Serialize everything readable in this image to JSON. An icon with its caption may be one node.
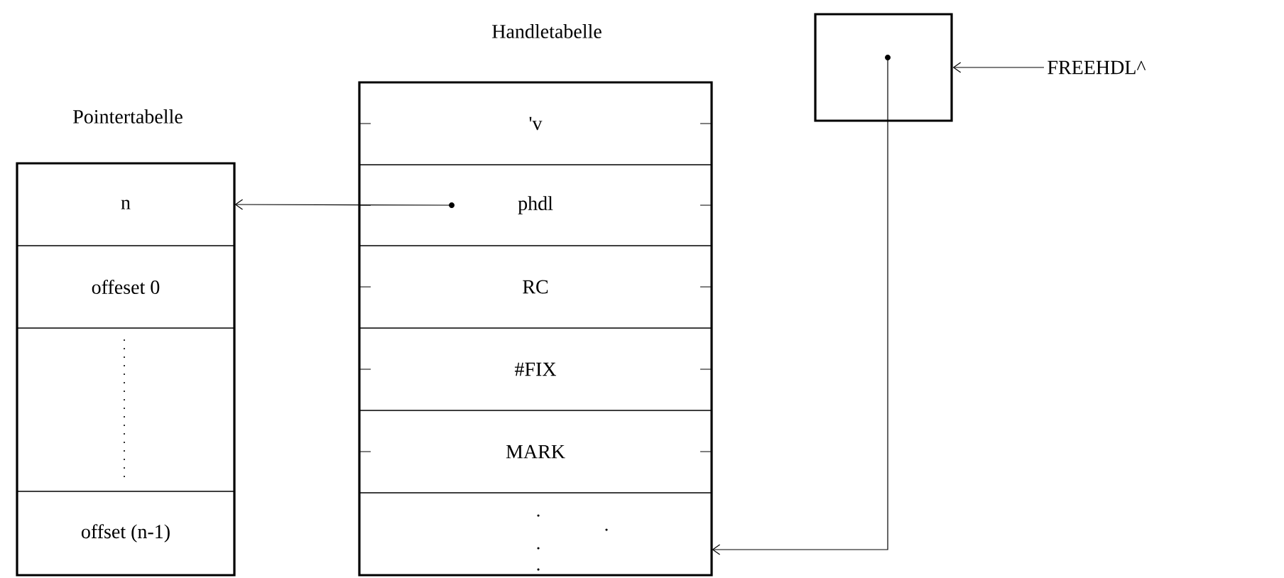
{
  "diagram": {
    "nodes": [
      {
        "text": [
          "Pointertabelle"
        ]
      },
      {
        "text": [
          "n"
        ],
        "in": 0
      },
      {
        "text": [
          "offeset 0"
        ],
        "in": 0
      },
      {
        "text": [],
        "shape": "box",
        "in": 0
      },
      {
        "text": [
          "offset (n-1)"
        ],
        "in": 0
      },
      {
        "text": [
          "Handletabelle"
        ]
      },
      {
        "text": [
          "'v"
        ],
        "in": 5
      },
      {
        "text": [
          "phdl"
        ],
        "in": 5
      },
      {
        "text": [
          "RC"
        ],
        "in": 5
      },
      {
        "text": [
          "#FIX"
        ],
        "in": 5
      },
      {
        "text": [
          "MARK"
        ],
        "in": 5
      },
      {
        "text": [],
        "shape": "box",
        "in": 5
      },
      {
        "text": [],
        "shape": "box"
      },
      {
        "text": [
          "FREEHDL^"
        ]
      }
    ],
    "edges": [
      {
        "from": 7,
        "to": 1,
        "arrow": "to"
      },
      {
        "from": 13,
        "to": 12,
        "arrow": "to"
      },
      {
        "from": 12,
        "to": 11,
        "arrow": "to"
      }
    ]
  }
}
